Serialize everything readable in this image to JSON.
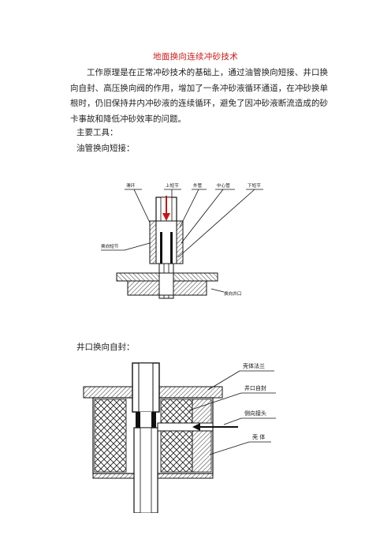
{
  "document": {
    "title": "地面换向连续冲砂技术",
    "principle": "工作原理是在正常冲砂技术的基础上，通过油管换向短接、井口换向自封、高压换向阀的作用，增加了一条冲砂液循环通道，在冲砂换单根时，仍旧保持井内冲砂液的连续循环，避免了因冲砂液断流造成的砂卡事故和降低冲砂效率的问题。",
    "tools_heading": "主要工具：",
    "tool1_heading": "油管换向短接：",
    "tool2_heading": "井口换向自封："
  },
  "figure1": {
    "labels": {
      "huanhuan": "滑环",
      "shangduanjie": "上短节",
      "shengguan": "外管",
      "zhongxinguan": "中心管",
      "xiaduanjie": "下短节",
      "huanxiangduanjie": "换向短节",
      "huanxiangjingkou": "换向井口"
    }
  },
  "figure2": {
    "labels": {
      "keti_falan": "壳体法兰",
      "jingkou_zifeng": "井口自封",
      "cexiang_jietou": "侧向接头",
      "keti": "壳 体"
    }
  }
}
